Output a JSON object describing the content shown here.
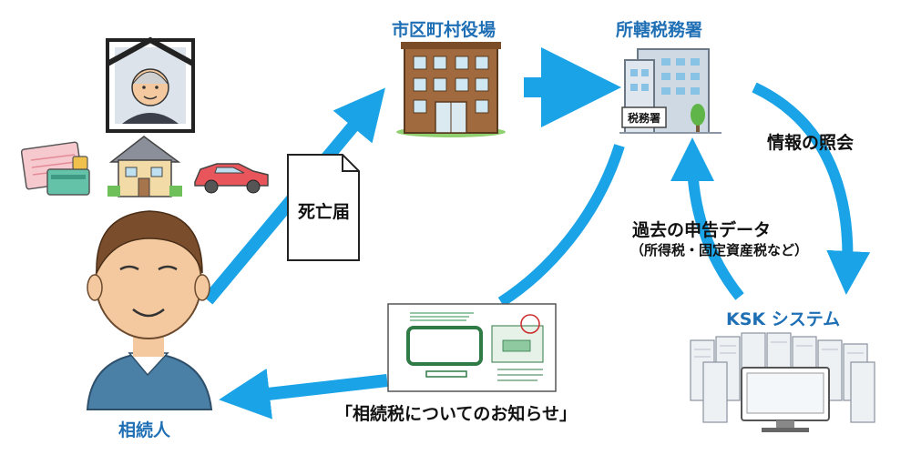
{
  "nodes": {
    "city_office": "市区町村役場",
    "tax_office": "所轄税務署",
    "ksk_system": "KSK システム",
    "heir": "相続人"
  },
  "labels": {
    "death_notice": "死亡届",
    "info_inquiry": "情報の照会",
    "past_tax_data": "過去の申告データ",
    "past_tax_data_detail": "（所得税・固定資産税など）",
    "notice_letter": "「相続税についてのお知らせ」",
    "tax_office_sign": "税務署"
  },
  "colors": {
    "arrow": "#1aa3e6",
    "title_blue": "#1f6fb5",
    "building_brown": "#8c6239",
    "skin": "#f4c99f",
    "suit": "#4a7fa6"
  },
  "icons": [
    "portrait-icon",
    "bankbook-icon",
    "house-icon",
    "car-icon",
    "city-hall-icon",
    "tax-office-icon",
    "server-icon",
    "document-icon",
    "envelope-icon",
    "person-icon"
  ]
}
